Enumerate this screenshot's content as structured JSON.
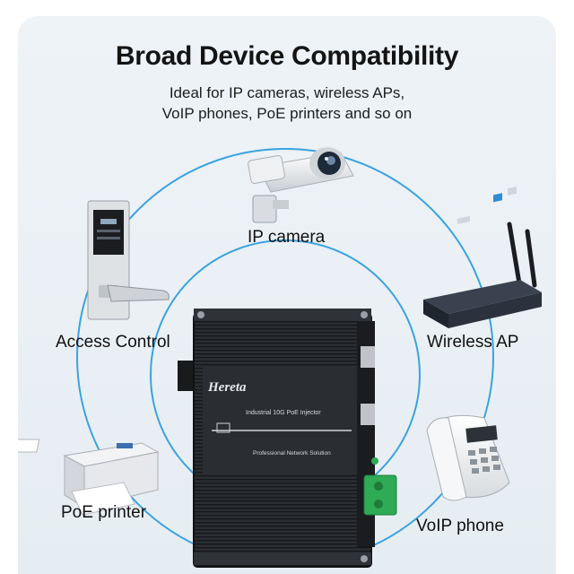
{
  "heading": "Broad Device Compatibility",
  "subtitle_line1": "Ideal for IP cameras, wireless APs,",
  "subtitle_line2": "VoIP phones, PoE printers and so on",
  "devices": {
    "ip_camera": "IP camera",
    "access_control": "Access Control",
    "wireless_ap": "Wireless AP",
    "poe_printer": "PoE printer",
    "voip_phone": "VoIP phone"
  },
  "product": {
    "brand": "Hereta",
    "model_line": "Industrial 10G PoE Injector",
    "tagline": "Professional Network Solution"
  },
  "colors": {
    "background": "#e9eff4",
    "ring": "#3aa3e0",
    "device_body": "#26292c",
    "terminal_green": "#2faa55"
  }
}
